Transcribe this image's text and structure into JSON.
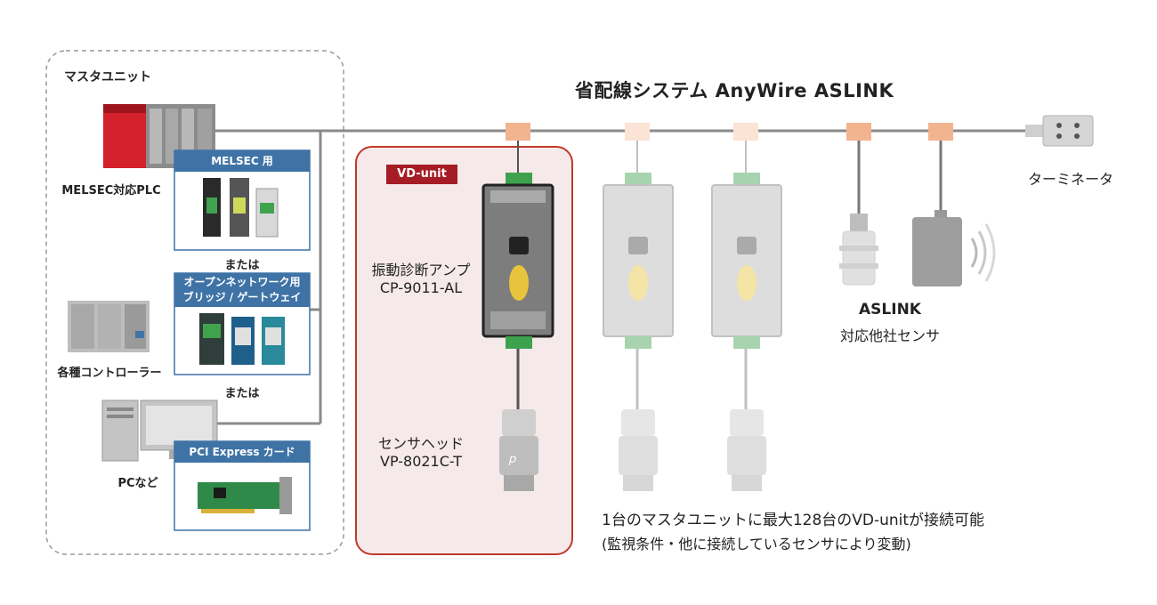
{
  "title": "省配線システム AnyWire ASLINK",
  "master": {
    "heading": "マスタユニット",
    "plc_label": "MELSEC対応PLC",
    "melsec_card": "MELSEC 用",
    "or_1": "または",
    "gateway_card_line1": "オープンネットワーク用",
    "gateway_card_line2": "ブリッジ / ゲートウェイ",
    "controller_label": "各種コントローラー",
    "or_2": "または",
    "pci_card": "PCI Express カード",
    "pc_label": "PCなど"
  },
  "vd_unit": {
    "badge": "VD-unit",
    "amp_name": "振動診断アンプ",
    "amp_model": "CP-9011-AL",
    "head_name": "センサヘッド",
    "head_model": "VP-8021C-T"
  },
  "terminator": "ターミネータ",
  "sensor_label_line1": "ASLINK",
  "sensor_label_line2": "対応他社センサ",
  "note_line1": "1台のマスタユニットに最大128台のVD-unitが接続可能",
  "note_line2": "(監視条件・他に接続しているセンサにより変動)",
  "colors": {
    "bus_line": "#8a8a8a",
    "card_header": "#3f73a6",
    "vd_badge": "#a61c24",
    "vd_frame": "#c0392b",
    "vd_fill": "#f6e9ea",
    "connector": "#f2b48f"
  }
}
